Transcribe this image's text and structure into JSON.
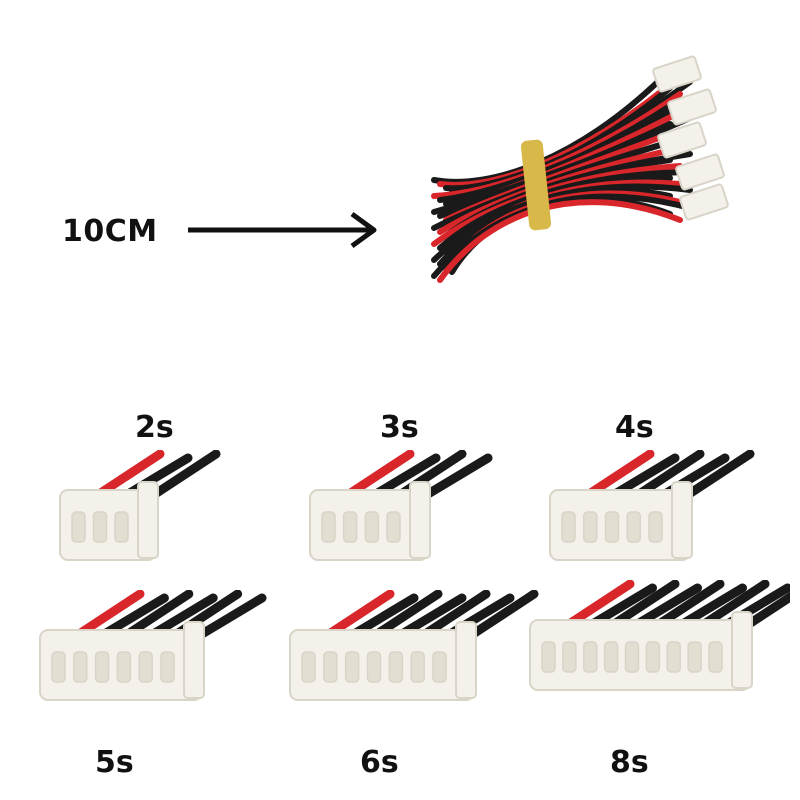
{
  "product": {
    "length_label": "10CM",
    "connectors": [
      {
        "label": "2s",
        "pins": 3
      },
      {
        "label": "3s",
        "pins": 4
      },
      {
        "label": "4s",
        "pins": 5
      },
      {
        "label": "5s",
        "pins": 6
      },
      {
        "label": "6s",
        "pins": 7
      },
      {
        "label": "8s",
        "pins": 9
      }
    ]
  },
  "colors": {
    "wire_red": "#d8262b",
    "wire_black": "#1a1a1a",
    "housing": "#f4f1ea",
    "housing_shadow": "#d9d4c8",
    "band": "#d9b84a"
  }
}
